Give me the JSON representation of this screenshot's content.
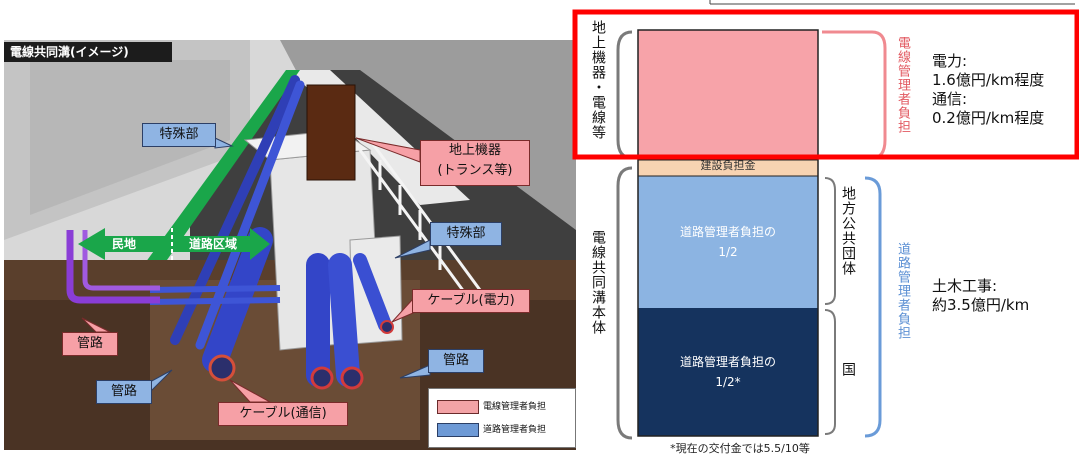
{
  "image_title": "電線共同溝(イメージ)",
  "scene_labels": {
    "special_1": "特殊部",
    "ground_equipment": "地上機器\n(トランス等)",
    "special_2": "特殊部",
    "private_land": "民地",
    "road_area": "道路区域",
    "cable_power": "ケーブル(電力)",
    "pipe_left": "管路",
    "pipe_bottom_left": "管路",
    "pipe_right": "管路",
    "cable_comm": "ケーブル(通信)"
  },
  "legend": {
    "items": [
      {
        "label": "電線管理者負担",
        "color": "#f3a3a6"
      },
      {
        "label": "道路管理者負担",
        "color": "#6e9ad6"
      }
    ]
  },
  "cost_chart": {
    "left_brace_top": "地上機器・電線等",
    "left_brace_bottom": "電線共同溝本体",
    "segments": [
      {
        "label": "",
        "color": "#f7a3a9"
      },
      {
        "label": "建設負担金",
        "color": "#f7d3b2"
      },
      {
        "label": "道路管理者負担の\n1/2",
        "color": "#8cb4e2"
      },
      {
        "label": "道路管理者負担の\n1/2*",
        "color": "#15335e"
      }
    ],
    "inner_brace_top": "地方公共団体",
    "inner_brace_bottom": "国",
    "right_brace_top": "電線管理者負担",
    "right_brace_bottom": "道路管理者負担",
    "right_text_top": [
      "電力:",
      "1.6億円/km程度",
      "通信:",
      "0.2億円/km程度"
    ],
    "right_text_bottom": [
      "土木工事:",
      "約3.5億円/km"
    ],
    "footnote": "*現在の交付金では5.5/10等"
  },
  "colors": {
    "highlight": "#ff0000",
    "pink_brace": "#f08a90",
    "blue_brace": "#6a9bd8",
    "gray_brace": "#7a7a7a"
  }
}
